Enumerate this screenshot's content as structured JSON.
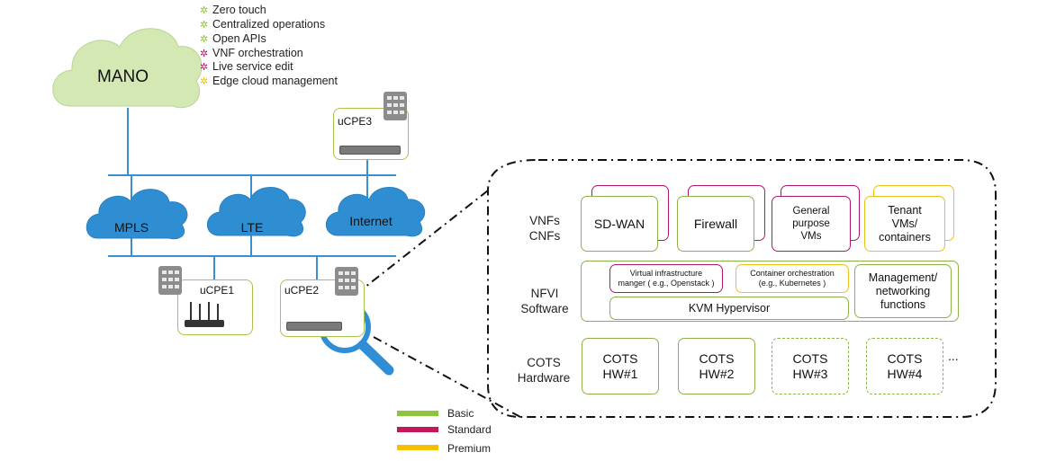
{
  "features": [
    {
      "label": "Zero touch",
      "color": "#8cc63f"
    },
    {
      "label": "Centralized operations",
      "color": "#8cc63f"
    },
    {
      "label": "Open APIs",
      "color": "#8cc63f"
    },
    {
      "label": "VNF orchestration",
      "color": "#b0166e"
    },
    {
      "label": "Live service edit",
      "color": "#b0166e"
    },
    {
      "label": "Edge cloud management",
      "color": "#e8c21a"
    }
  ],
  "feature_icon": "star-icon",
  "mano": {
    "label": "MANO"
  },
  "clouds": {
    "mpls": "MPLS",
    "lte": "LTE",
    "internet": "Internet"
  },
  "ucpe": {
    "ucpe1": "uCPE1",
    "ucpe2": "uCPE2",
    "ucpe3": "uCPE3"
  },
  "stack": {
    "row_labels": {
      "vnfs": "VNFs\nCNFs",
      "nfvi": "NFVI\nSoftware",
      "cots": "COTS\nHardware"
    },
    "vnfs": {
      "sdwan": "SD-WAN",
      "firewall": "Firewall",
      "general": "General\npurpose\nVMs",
      "tenant": "Tenant\nVMs/\ncontainers"
    },
    "nfvi": {
      "vim": "Virtual infrastructure\nmanger ( e.g., Openstack )",
      "container": "Container orchestration\n(e.g., Kubernetes )",
      "mgmt": "Management/\nnetworking\nfunctions",
      "kvm": "KVM Hypervisor"
    },
    "cots": {
      "hw1": "COTS\nHW#1",
      "hw2": "COTS\nHW#2",
      "hw3": "COTS\nHW#3",
      "hw4": "COTS\nHW#4",
      "ellipsis": "..."
    }
  },
  "legend": [
    {
      "label": "Basic",
      "color": "#8cc63f"
    },
    {
      "label": "Standard",
      "color": "#c2185b"
    },
    {
      "label": "Premium",
      "color": "#f5c000"
    }
  ],
  "colors": {
    "cloud_mano": "#d3e8b3",
    "cloud_blue": "#2e8ed1",
    "wire": "#3a8fd1",
    "magnifier": "#2f8ed6"
  }
}
